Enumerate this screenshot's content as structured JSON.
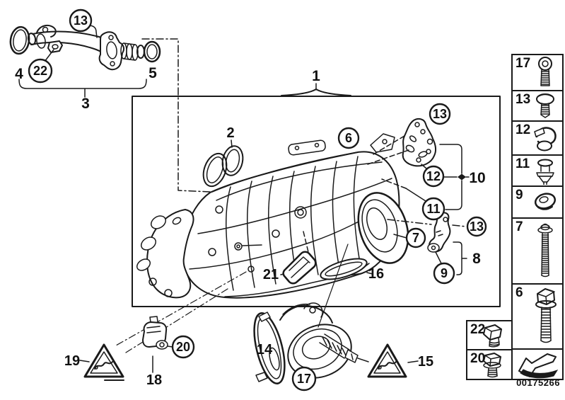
{
  "callouts": {
    "circled": {
      "pipe_13": "13",
      "pipe_22": "22",
      "manifold_6": "6",
      "bracket_13": "13",
      "bracket_12": "12",
      "bracket_11": "11",
      "support_13": "13",
      "manifold_7": "7",
      "support_9": "9",
      "sensor_20": "20",
      "throttle_17": "17"
    },
    "plain": {
      "oring_left_4": "4",
      "oring_right_5": "5",
      "pipe_3": "3",
      "assembly_1": "1",
      "gasket_2": "2",
      "group_10": "10",
      "group_8": "8",
      "plug_21": "21",
      "oring_16": "16",
      "throttle_plate_14": "14",
      "warning_right_15": "15",
      "warning_left_19": "19",
      "sensor_18": "18"
    }
  },
  "sidebar": {
    "items": [
      {
        "number": "17",
        "icon": "socket-head-screw-icon"
      },
      {
        "number": "13",
        "icon": "washer-head-screw-icon"
      },
      {
        "number": "12",
        "icon": "retaining-clip-icon"
      },
      {
        "number": "11",
        "icon": "expanding-rivet-icon"
      },
      {
        "number": "9",
        "icon": "grommet-icon"
      },
      {
        "number": "7",
        "icon": "stud-bolt-icon"
      },
      {
        "number": "6",
        "icon": "hex-flange-bolt-icon"
      }
    ],
    "extra_items": [
      {
        "number": "22",
        "icon": "hex-bolt-icon"
      },
      {
        "number": "20",
        "icon": "hex-flange-bolt-short-icon"
      }
    ],
    "arrow_icon": "direction-arrow-icon"
  },
  "footer": {
    "image_id": "00175266"
  }
}
